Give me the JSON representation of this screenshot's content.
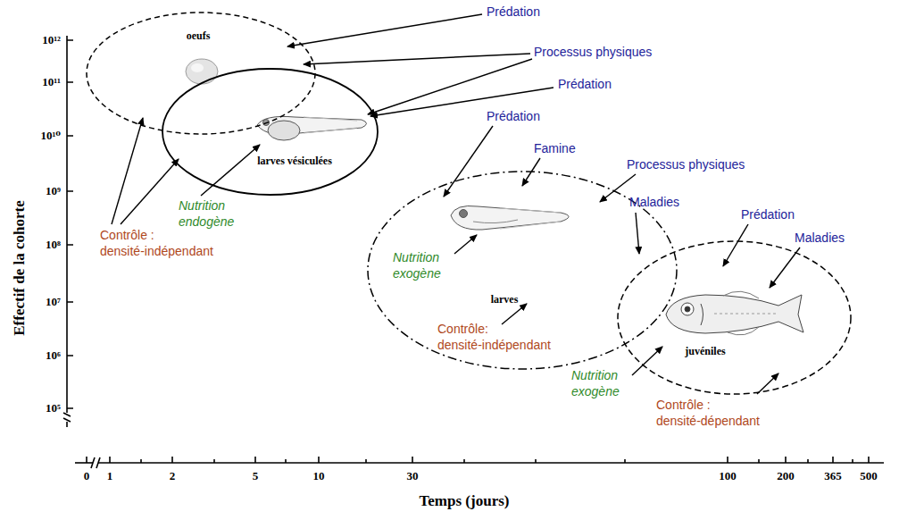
{
  "diagram": {
    "nodes": [
      {
        "text": [
          "oeufs"
        ]
      },
      {
        "text": [
          "larves vésiculées"
        ]
      },
      {
        "text": [
          "larves"
        ]
      },
      {
        "text": [
          "juvéniles"
        ]
      }
    ],
    "labels": [
      "Prédation",
      "Processus physiques",
      "Prédation",
      "Prédation",
      "Famine",
      "Processus physiques",
      "Maladies",
      "Prédation",
      "Maladies",
      "Nutrition endogène",
      "Contrôle : densité-indépendant",
      "Nutrition exogène",
      "Contrôle: densité-indépendant",
      "Nutrition exogène",
      "Contrôle : densité-dépendant",
      "Effectif de la cohorte",
      "Temps (jours)",
      "10¹²",
      "10¹¹",
      "10¹⁰",
      "10⁹",
      "10⁸",
      "10⁷",
      "10⁶",
      "10⁵",
      "0",
      "1",
      "2",
      "5",
      "10",
      "30",
      "100",
      "200",
      "365",
      "500"
    ]
  }
}
